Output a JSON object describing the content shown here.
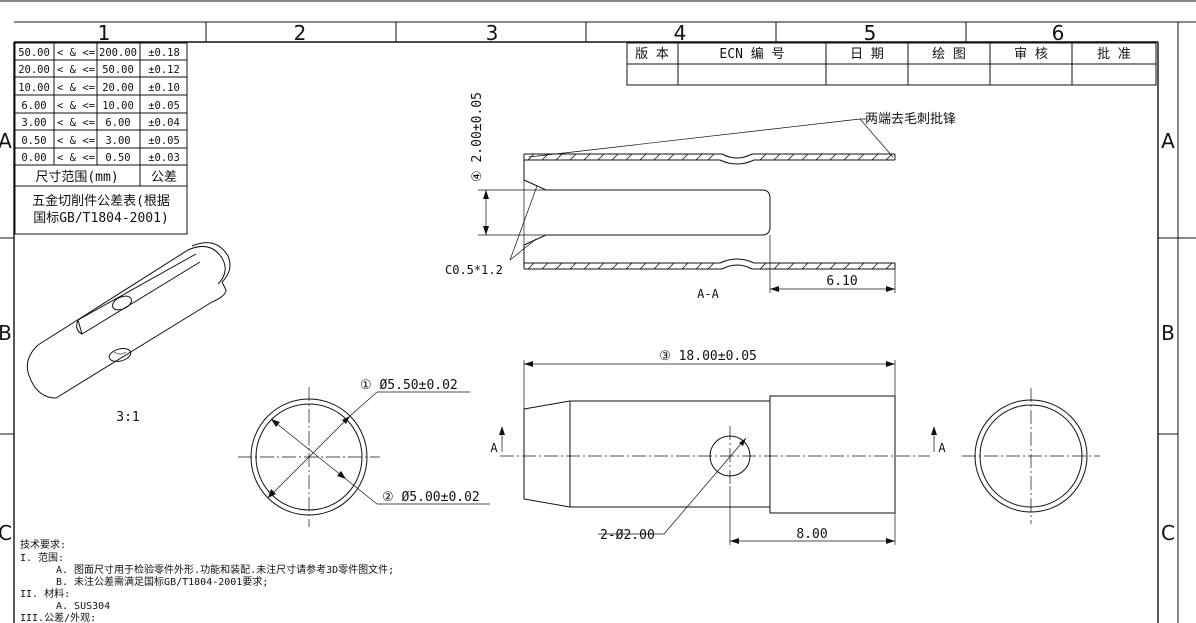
{
  "zones": {
    "columns": [
      "1",
      "2",
      "3",
      "4",
      "5",
      "6"
    ],
    "rows": [
      "A",
      "B",
      "C"
    ]
  },
  "tolerance_table": {
    "rows": [
      {
        "low": "50.00",
        "op": "< & <=",
        "high": "200.00",
        "tol": "±0.18"
      },
      {
        "low": "20.00",
        "op": "< & <=",
        "high": "50.00",
        "tol": "±0.12"
      },
      {
        "low": "10.00",
        "op": "< & <=",
        "high": "20.00",
        "tol": "±0.10"
      },
      {
        "low": "6.00",
        "op": "< & <=",
        "high": "10.00",
        "tol": "±0.05"
      },
      {
        "low": "3.00",
        "op": "< & <=",
        "high": "6.00",
        "tol": "±0.04"
      },
      {
        "low": "0.50",
        "op": "< & <=",
        "high": "3.00",
        "tol": "±0.05"
      },
      {
        "low": "0.00",
        "op": "< & <=",
        "high": "0.50",
        "tol": "±0.03"
      }
    ],
    "header_range": "尺寸范围(mm)",
    "header_tol": "公差",
    "caption_line1": "五金切削件公差表(根据",
    "caption_line2": "国标GB/T1804-2001)"
  },
  "revision_block": {
    "headers": [
      "版 本",
      "ECN 编 号",
      "日 期",
      "绘 图",
      "审 核",
      "批 准"
    ]
  },
  "section_view": {
    "label": "A-A",
    "dim_dia": "④ 2.00±0.05",
    "note_deburr": "两端去毛刺批锋",
    "chamfer": "C0.5*1.2",
    "dim_length": "6.10"
  },
  "iso_view": {
    "scale": "3:1"
  },
  "end_view_left": {
    "dim_outer": "① Ø5.50±0.02",
    "dim_inner": "② Ø5.00±0.02"
  },
  "front_view": {
    "dim_length": "③ 18.00±0.05",
    "hole": "2-Ø2.00",
    "dim_hole_pos": "8.00",
    "section_mark": "A"
  },
  "notes": {
    "title": "技术要求:",
    "l1": "I. 范围:",
    "l1a": "A. 图面尺寸用于检验零件外形.功能和装配.未注尺寸请参考3D零件图文件;",
    "l1b": "B. 未注公差需满足国标GB/T1804-2001要求;",
    "l2": "II. 材料:",
    "l2a": "A. SUS304",
    "l3": "III.公差/外观:"
  }
}
